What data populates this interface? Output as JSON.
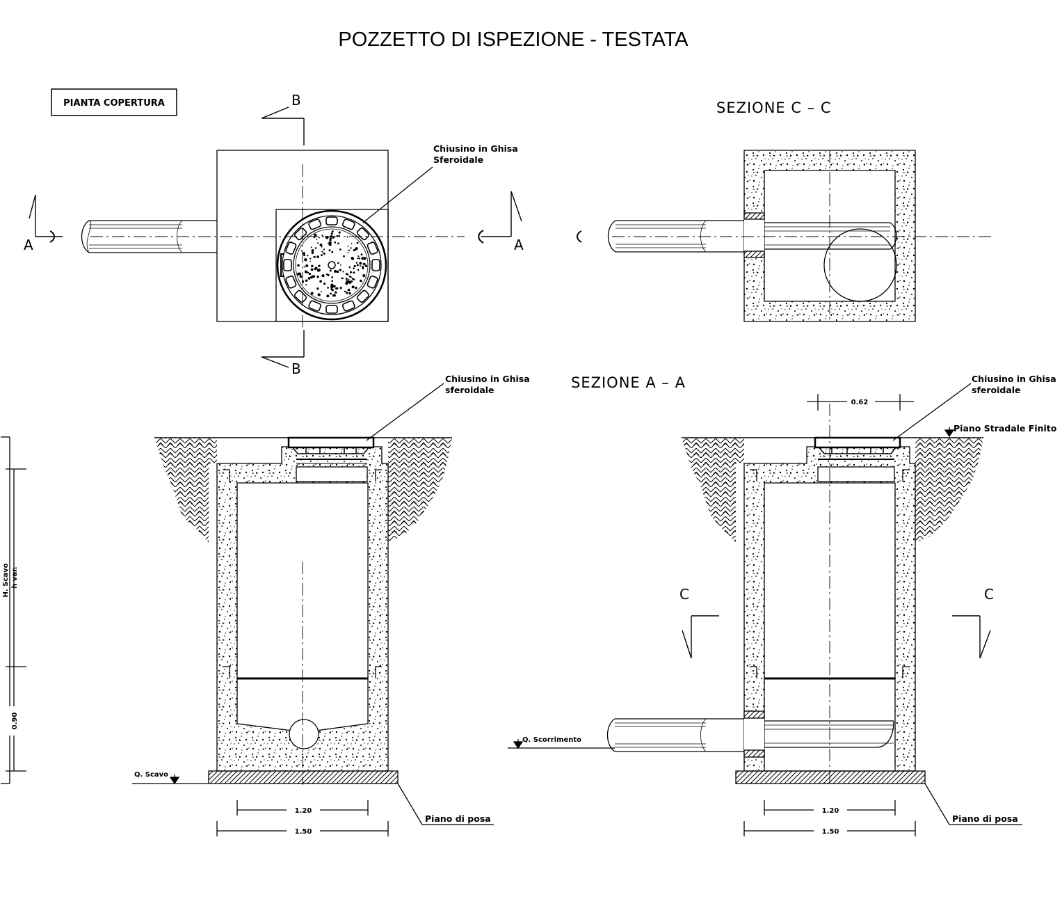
{
  "title": "POZZETTO DI ISPEZIONE - TESTATA",
  "views": {
    "plan_label": "PIANTA COPERTURA",
    "section_cc": "SEZIONE  C  –  C",
    "section_aa": "SEZIONE  A  –  A"
  },
  "cut_markers": {
    "a": "A",
    "b": "B",
    "c": "C"
  },
  "notes": {
    "plan_cover_line1": "Chiusino in Ghisa",
    "plan_cover_line2": "Sferoidale",
    "section_cover_line1": "Chiusino in Ghisa",
    "section_cover_line2": "sferoidale",
    "road_level": "Piano Stradale Finito",
    "laying_plane": "Piano di posa",
    "flow_level": "Q. Scorrimento",
    "excavation_level": "Q. Scavo"
  },
  "dimensions": {
    "inner_width": "1.20",
    "outer_width": "1.50",
    "cover_width": "0.62",
    "lower_height": "0.90",
    "variable_height": "h var.",
    "excavation_height": "H. Scavo"
  },
  "colors": {
    "line": "#000000",
    "background": "#ffffff"
  }
}
